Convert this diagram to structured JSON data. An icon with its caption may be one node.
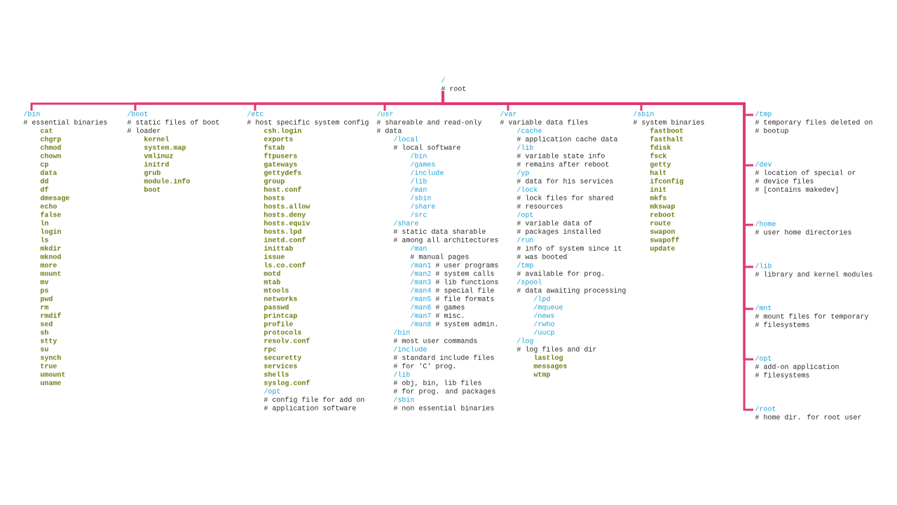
{
  "diagram": {
    "nodes": [
      {
        "text": [
          "/",
          "# root"
        ]
      },
      {
        "text": [
          "/bin",
          "# essential binaries",
          "cat",
          "chgrp",
          "chmod",
          "chown",
          "cp",
          "data",
          "dd",
          "df",
          "dmesage",
          "echo",
          "false",
          "ln",
          "login",
          "ls",
          "mkdir",
          "mknod",
          "more",
          "mount",
          "mv",
          "ps",
          "pwd",
          "rm",
          "rmdif",
          "sed",
          "sh",
          "stty",
          "su",
          "synch",
          "true",
          "umount",
          "uname"
        ]
      },
      {
        "text": [
          "/boot",
          "# static files of boot",
          "# loader",
          "kernel",
          "system.map",
          "vmlinuz",
          "initrd",
          "grub",
          "module.info",
          "boot"
        ]
      },
      {
        "text": [
          "/etc",
          "# host specific system config",
          "csh.login",
          "exports",
          "fstab",
          "ftpusers",
          "gateways",
          "gettydefs",
          "group",
          "host.conf",
          "hosts",
          "hosts.allow",
          "hosts.deny",
          "hosts.equiv",
          "hosts.lpd",
          "inetd.conf",
          "inittab",
          "issue",
          "ls.co.conf",
          "motd",
          "mtab",
          "mtools",
          "networks",
          "passwd",
          "printcap",
          "profile",
          "protocols",
          "resolv.conf",
          "rpc",
          "securetty",
          "services",
          "shells",
          "syslog.conf",
          "/opt",
          "# config file for add on",
          "# application software"
        ]
      },
      {
        "text": [
          "/usr",
          "# shareable and read-only",
          "# data",
          "/local",
          "# local software",
          "/bin",
          "/games",
          "/include",
          "/lib",
          "/man",
          "/sbin",
          "/share",
          "/src",
          "/share",
          "# static data sharable",
          "# among all architectures",
          "/man",
          "# manual pages",
          "/man1",
          "# user programs",
          "/man2",
          "# system calls",
          "/man3",
          "# lib functions",
          "/man4",
          "# special file",
          "/man5",
          "# file formats",
          "/man6",
          "# games",
          "/man7",
          "# misc.",
          "/man8",
          "# system admin.",
          "/bin",
          "# most user commands",
          "/include",
          "# standard include files",
          "# for 'C' prog.",
          "/lib",
          "# obj, bin, lib files",
          "# for prog. and packages",
          "/sbin",
          "# non essential binaries"
        ]
      },
      {
        "text": [
          "/var",
          "# variable data files",
          "/cache",
          "# application cache data",
          "/lib",
          "# variable state info",
          "# remains after reboot",
          "/yp",
          "# data for his services",
          "/lock",
          "# lock files for shared",
          "# resources",
          "/opt",
          "# variable data of",
          "# packages installed",
          "/run",
          "# info of system since it",
          "# was booted",
          "/tmp",
          "# available for prog.",
          "/spool",
          "# data awaiting processing",
          "/lpd",
          "/mqueue",
          "/news",
          "/rwho",
          "/uucp",
          "/log",
          "# log files and dir",
          "lastlog",
          "messages",
          "wtmp"
        ]
      },
      {
        "text": [
          "/sbin",
          "# system binaries",
          "fastboot",
          "fasthalt",
          "fdisk",
          "fsck",
          "getty",
          "halt",
          "ifconfig",
          "init",
          "mkfs",
          "mkswap",
          "reboot",
          "route",
          "swapon",
          "swapoff",
          "update"
        ]
      },
      {
        "text": [
          "/tmp",
          "# temporary files deleted on",
          "# bootup"
        ]
      },
      {
        "text": [
          "/dev",
          "# location of special or",
          "# device files",
          "# [contains makedev]"
        ]
      },
      {
        "text": [
          "/home",
          "# user home directories"
        ]
      },
      {
        "text": [
          "/lib",
          "# library and kernel modules"
        ]
      },
      {
        "text": [
          "/mnt",
          "# mount files for temporary",
          "# filesystems"
        ]
      },
      {
        "text": [
          "/opt",
          "# add-on application",
          "# filesystems"
        ]
      },
      {
        "text": [
          "/root",
          "# home dir. for root user"
        ]
      }
    ],
    "edges": [
      {
        "from": 0,
        "to": 1,
        "arrow": "none"
      },
      {
        "from": 0,
        "to": 2,
        "arrow": "none"
      },
      {
        "from": 0,
        "to": 3,
        "arrow": "none"
      },
      {
        "from": 0,
        "to": 4,
        "arrow": "none"
      },
      {
        "from": 0,
        "to": 5,
        "arrow": "none"
      },
      {
        "from": 0,
        "to": 6,
        "arrow": "none"
      },
      {
        "from": 0,
        "to": 7,
        "arrow": "none"
      },
      {
        "from": 0,
        "to": 8,
        "arrow": "none"
      },
      {
        "from": 0,
        "to": 9,
        "arrow": "none"
      },
      {
        "from": 0,
        "to": 10,
        "arrow": "none"
      },
      {
        "from": 0,
        "to": 11,
        "arrow": "none"
      },
      {
        "from": 0,
        "to": 12,
        "arrow": "none"
      },
      {
        "from": 0,
        "to": 13,
        "arrow": "none"
      }
    ]
  }
}
